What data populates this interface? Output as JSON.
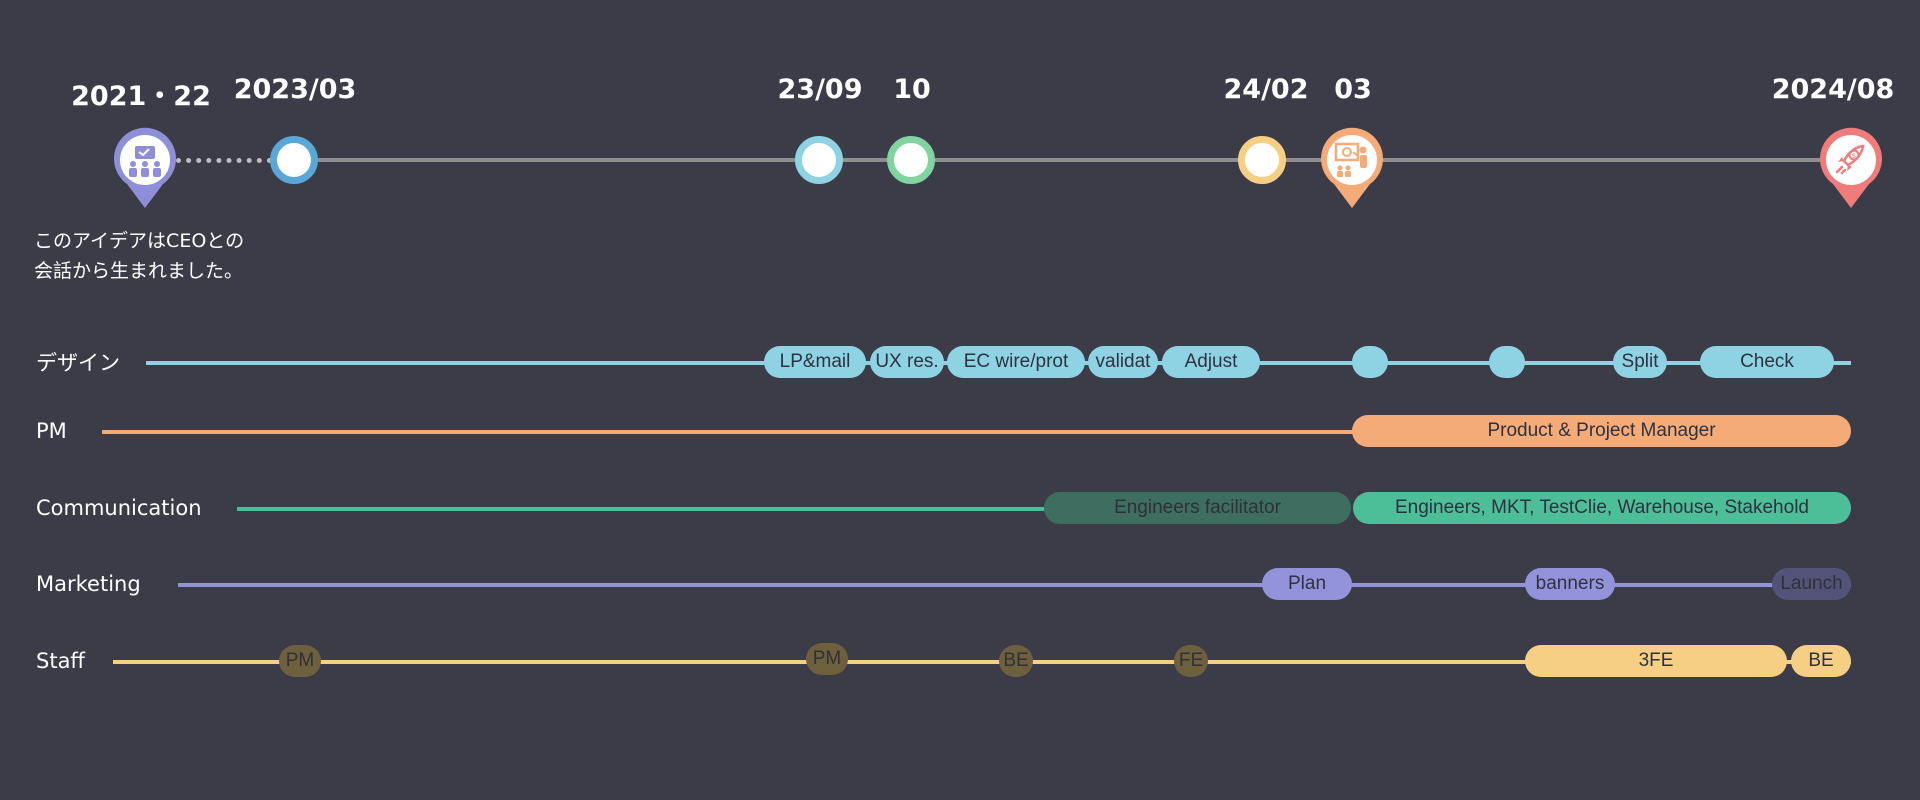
{
  "timeline": {
    "dates": [
      "2021・22",
      "2023/03",
      "23/09",
      "10",
      "24/02",
      "03",
      "2024/08"
    ],
    "note": "このアイデアはCEOとの\n会話から生まれました。",
    "icons": [
      "meeting-icon",
      "presentation-icon",
      "rocket-icon"
    ]
  },
  "lanes": [
    {
      "label": "デザイン",
      "color": "#8ed3e4",
      "items": [
        {
          "label": "LP&mail"
        },
        {
          "label": "UX res."
        },
        {
          "label": "EC wire/prot"
        },
        {
          "label": "validat"
        },
        {
          "label": "Adjust"
        },
        {
          "label": ""
        },
        {
          "label": ""
        },
        {
          "label": "Split"
        },
        {
          "label": "Check"
        }
      ]
    },
    {
      "label": "PM",
      "color": "#f5ab78",
      "items": [
        {
          "label": "Product & Project Manager"
        }
      ]
    },
    {
      "label": "Communication",
      "color": "#4cbe98",
      "items": [
        {
          "label": "Engineers facilitator"
        },
        {
          "label": "Engineers, MKT, TestClie, Warehouse, Stakehold"
        }
      ]
    },
    {
      "label": "Marketing",
      "color": "#9393db",
      "items": [
        {
          "label": "Plan"
        },
        {
          "label": "banners"
        },
        {
          "label": "Launch"
        }
      ]
    },
    {
      "label": "Staff",
      "color": "#f6cf85",
      "items": [
        {
          "label": "PM"
        },
        {
          "label": "PM"
        },
        {
          "label": "BE"
        },
        {
          "label": "FE"
        },
        {
          "label": "3FE"
        },
        {
          "label": "BE"
        }
      ]
    }
  ]
}
